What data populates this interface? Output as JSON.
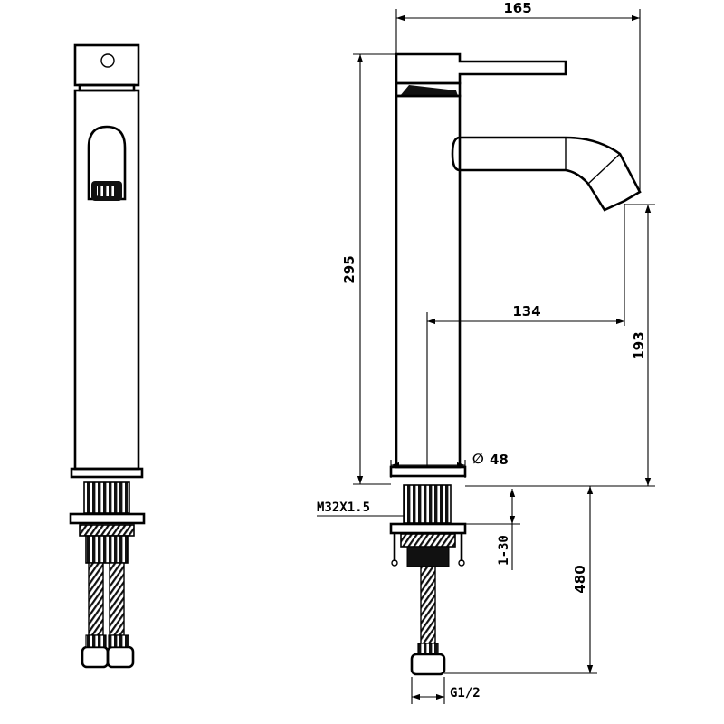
{
  "drawing": {
    "dimensions": {
      "overall_width": "165",
      "overall_height": "295",
      "spout_reach": "134",
      "spout_height": "193",
      "base_diameter": "48",
      "base_diameter_symbol": "∅",
      "thread": "M32X1.5",
      "deck_thickness": "1-30",
      "hose_length": "480",
      "hose_connection": "G1/2"
    }
  }
}
